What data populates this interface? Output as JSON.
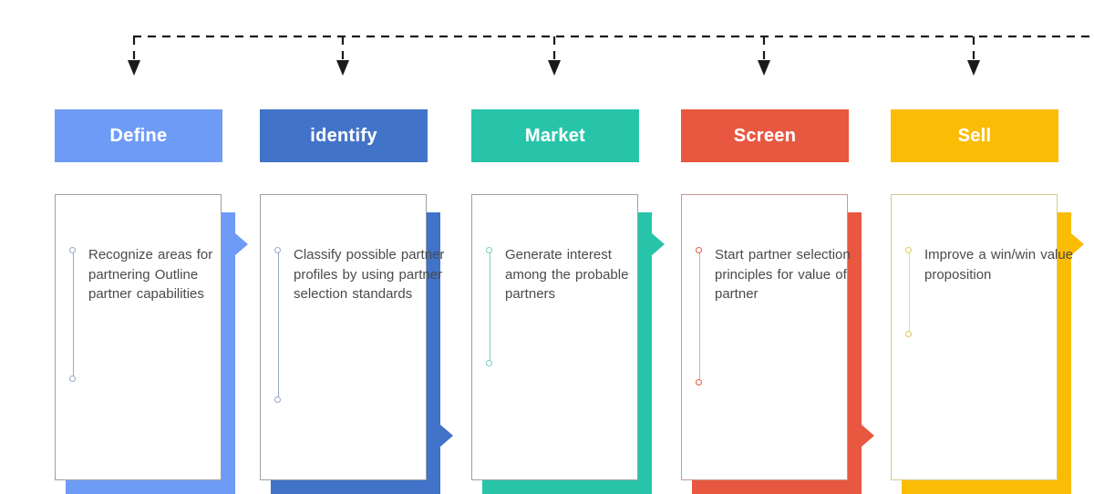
{
  "diagram": {
    "title": "Partner lifecycle five phase process",
    "background": "#ffffff",
    "connector": {
      "name": "dashed-feedback-line",
      "style": "dashed",
      "color": "#1a1a1a",
      "arrow_count": 5
    }
  },
  "phases": [
    {
      "id": "define",
      "label": "Define",
      "color": "#6e9bf5",
      "border": "#9aa0a6",
      "arrow_position": "top",
      "body": "Recognize areas for partnering Outline partner capabilities",
      "rail_height": 152
    },
    {
      "id": "identify",
      "label": "identify",
      "color": "#4173c8",
      "border": "#9aa0a6",
      "arrow_position": "bottom",
      "body": "Classify possible partner profiles by using partner selection standards",
      "rail_height": 175
    },
    {
      "id": "market",
      "label": "Market",
      "color": "#28c4a9",
      "border": "#9aa0a6",
      "arrow_position": "top",
      "body": "Generate interest among the probable partners",
      "rail_height": 135
    },
    {
      "id": "screen",
      "label": "Screen",
      "color": "#e8573f",
      "border": "#c4998e",
      "arrow_position": "bottom",
      "body": "Start partner selection principles for value of partner",
      "rail_height": 156
    },
    {
      "id": "sell",
      "label": "Sell",
      "color": "#fbbc05",
      "border": "#d8c98a",
      "arrow_position": "top",
      "body": "Improve a win/win value proposition",
      "rail_height": 103
    }
  ]
}
